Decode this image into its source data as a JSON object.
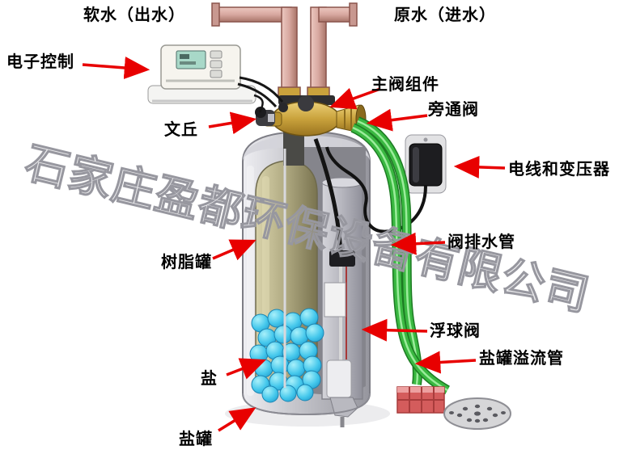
{
  "watermark": "石家庄盈都环保设备有限公司",
  "labels": {
    "soft_water": "软水（出水）",
    "raw_water": "原水（进水）",
    "electronic_control": "电子控制",
    "main_valve_assembly": "主阀组件",
    "bypass_valve": "旁通阀",
    "venturi": "文丘",
    "wire_and_transformer": "电线和变压器",
    "valve_drain_pipe": "阀排水管",
    "resin_tank": "树脂罐",
    "float_valve": "浮球阀",
    "salt": "盐",
    "salt_tank_overflow": "盐罐溢流管",
    "salt_tank": "盐罐"
  },
  "colors": {
    "arrow_red": "#e80000",
    "drain_tube_green": "#2fae35",
    "pipe_pink": "#d8a8a0",
    "valve_brass": "#c9a23c",
    "salt_cyan": "#35c4ea",
    "tank_gray": "#b8b8c0",
    "resin_olive": "#b3ad85",
    "transformer_black": "#1d1d20",
    "brick_red": "#d45c5c"
  }
}
